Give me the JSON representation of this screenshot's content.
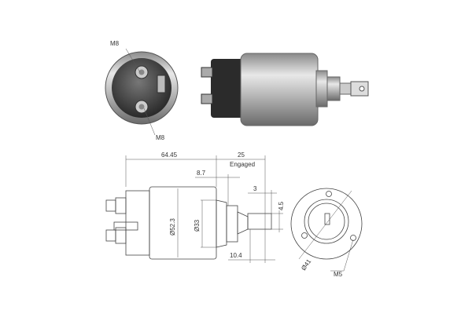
{
  "photo_labels": {
    "top_terminal": "M8",
    "bottom_terminal": "M8"
  },
  "dimensions": {
    "length": "64.45",
    "stroke": "25",
    "stroke_note": "Engaged",
    "offset": "8.7",
    "body_diameter": "Ø52.3",
    "nose_diameter": "Ø33",
    "tip_offset": "3",
    "slot_width": "4.5",
    "tip_length": "10.4",
    "bolt_circle": "Ø41",
    "mount_thread": "M5"
  }
}
